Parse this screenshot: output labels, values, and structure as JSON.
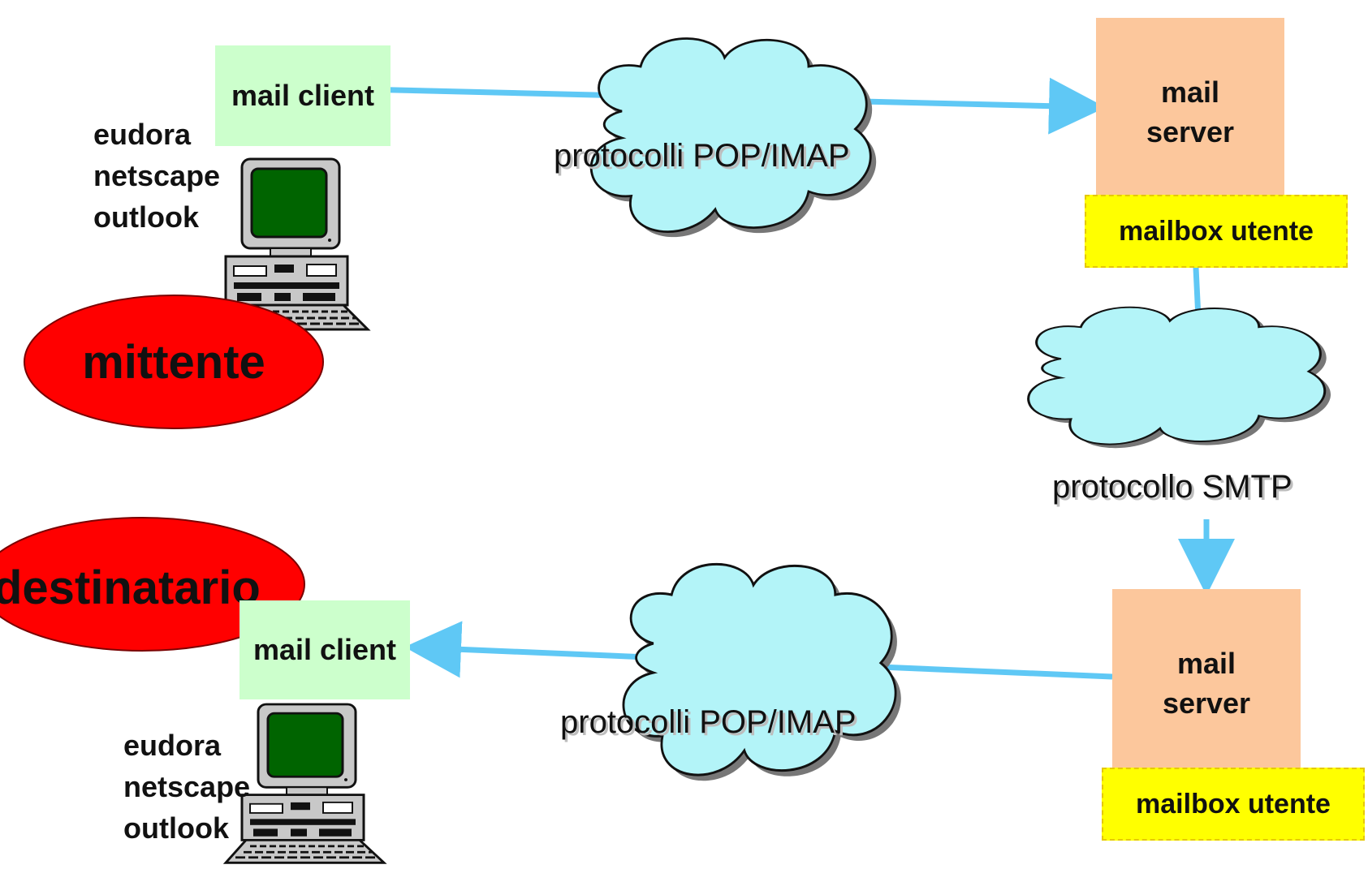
{
  "sender": {
    "role_label": "mittente",
    "client_label": "mail client",
    "apps": [
      "eudora",
      "netscape",
      "outlook"
    ]
  },
  "recipient": {
    "role_label": "destinatario",
    "client_label": "mail client",
    "apps": [
      "eudora",
      "netscape",
      "outlook"
    ]
  },
  "servers": {
    "top": {
      "line1": "mail",
      "line2": "server",
      "mailbox": "mailbox utente"
    },
    "bottom": {
      "line1": "mail",
      "line2": "server",
      "mailbox": "mailbox utente"
    }
  },
  "protocols": {
    "top": "protocolli POP/IMAP",
    "middle": "protocollo SMTP",
    "bottom": "protocolli POP/IMAP"
  },
  "colors": {
    "arrow": "#5fc8f5",
    "cloud": "#b3f4f8",
    "cloud_shadow": "#777777",
    "ellipse": "#ff0000",
    "client_box": "#ccffcc",
    "server_box": "#fcc79c",
    "mailbox": "#ffff00"
  },
  "icons": [
    "computer-icon",
    "cloud-icon",
    "arrow-icon"
  ]
}
